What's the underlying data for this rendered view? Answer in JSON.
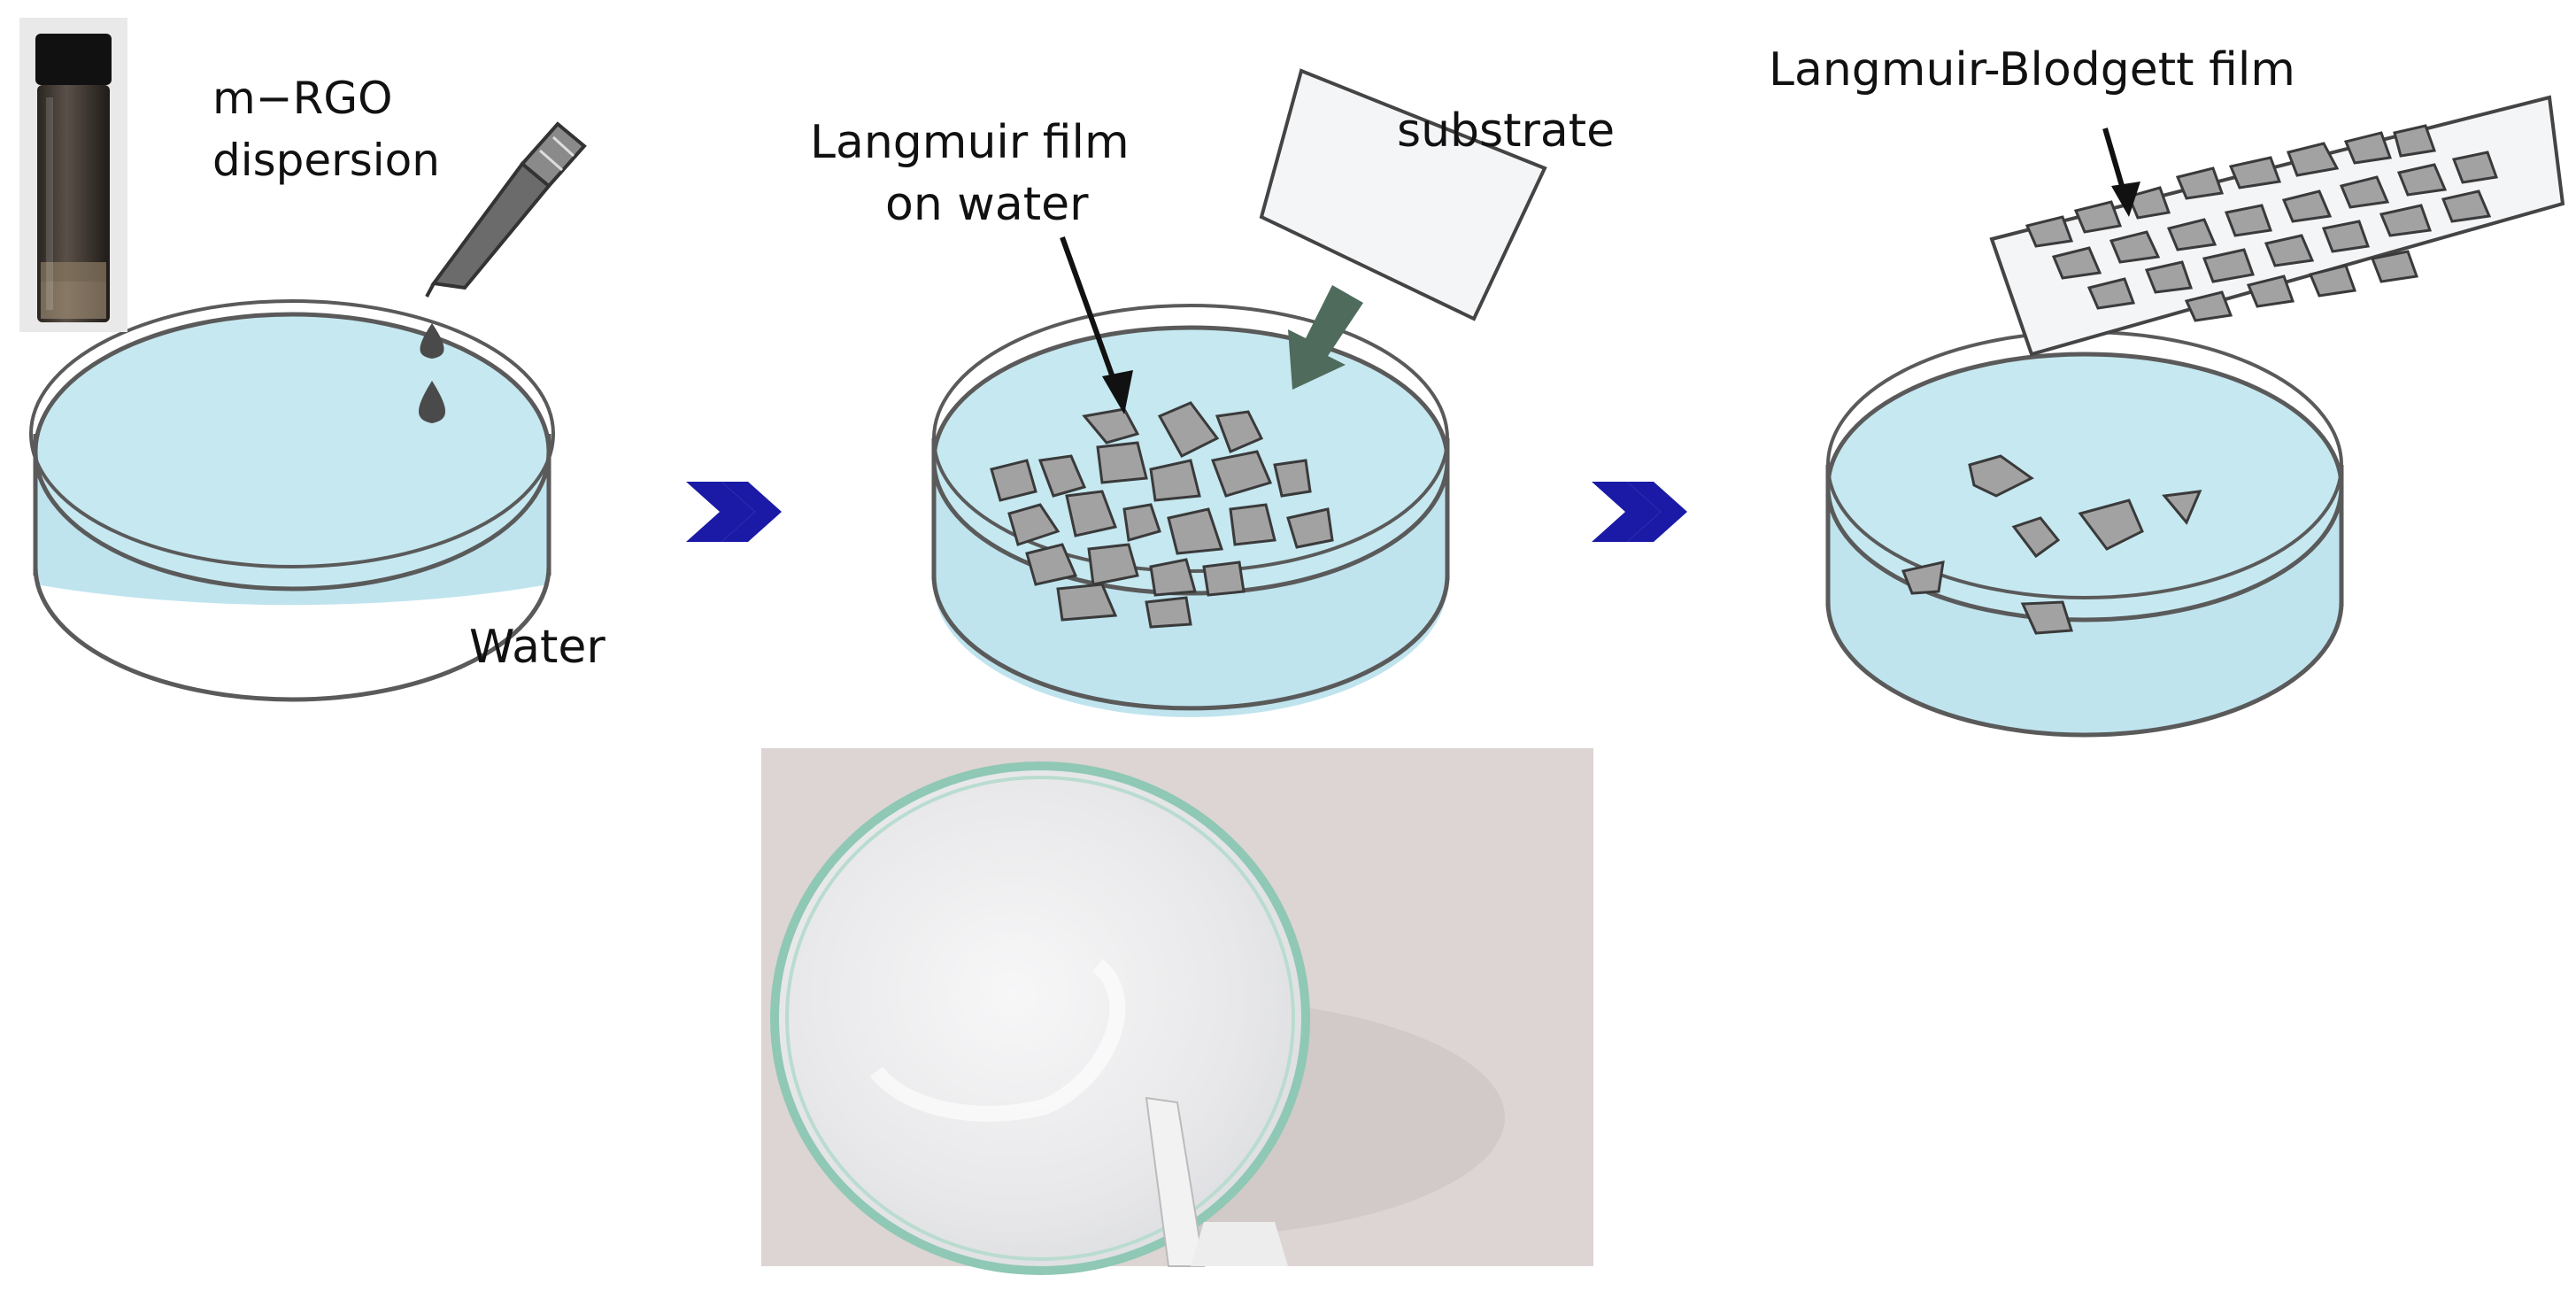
{
  "labels": {
    "dispersion": [
      "m−RGO",
      "dispersion"
    ],
    "water": "Water",
    "langmuir": [
      "Langmuir film",
      "on water"
    ],
    "substrate": "substrate",
    "lb_film": "Langmuir-Blodgett film"
  },
  "colors": {
    "water": "#c6e8f0",
    "water_side": "#bfe4ee",
    "rim": "#555555",
    "flake": "#a2a2a2",
    "flake_stroke": "#3a3a3a",
    "step_arrow": "#1a1aa6",
    "dip_arrow": "#4f6b5c",
    "substrate": "#f4f5f7",
    "photo_bg": "#d9cfcf",
    "vial": "#3b352e"
  },
  "icons": {
    "step_arrow": "double-chevron-arrow-icon",
    "pipette": "pipette-icon",
    "droplet": "droplet-icon"
  }
}
